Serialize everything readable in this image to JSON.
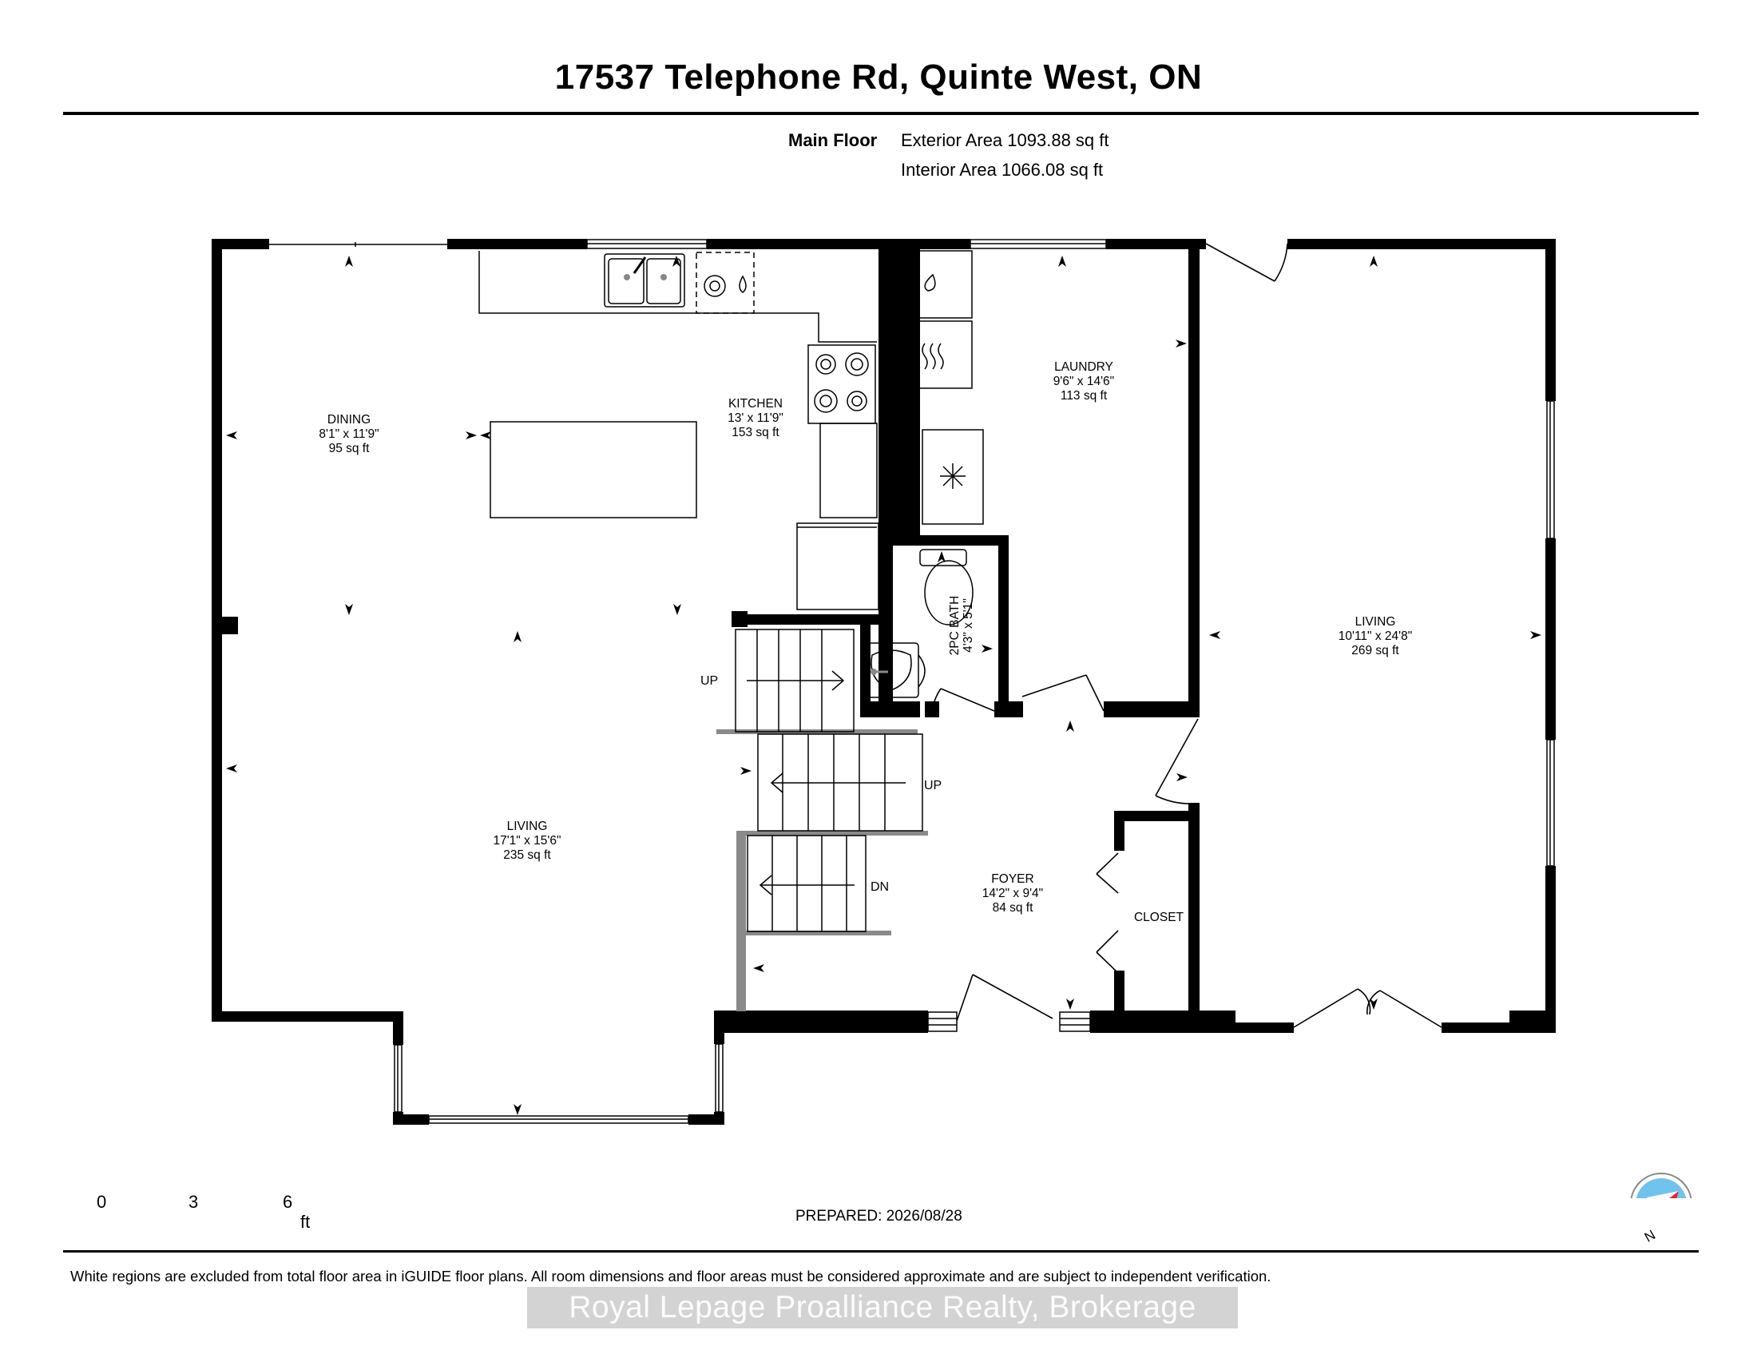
{
  "header": {
    "address": "17537 Telephone Rd, Quinte West, ON"
  },
  "floor": {
    "name": "Main Floor",
    "exterior_area": "Exterior Area 1093.88 sq ft",
    "interior_area": "Interior Area 1066.08 sq ft"
  },
  "rooms": {
    "dining": {
      "name": "DINING",
      "dims": "8'1\" x 11'9\"",
      "area": "95 sq ft"
    },
    "kitchen": {
      "name": "KITCHEN",
      "dims": "13' x 11'9\"",
      "area": "153 sq ft"
    },
    "laundry": {
      "name": "LAUNDRY",
      "dims": "9'6\" x 14'6\"",
      "area": "113 sq ft"
    },
    "living_left": {
      "name": "LIVING",
      "dims": "17'1\" x 15'6\"",
      "area": "235 sq ft"
    },
    "living_right": {
      "name": "LIVING",
      "dims": "10'11\" x 24'8\"",
      "area": "269 sq ft"
    },
    "bath": {
      "name": "2PC BATH",
      "dims": "4'3\" x 5'1\""
    },
    "foyer": {
      "name": "FOYER",
      "dims": "14'2\" x 9'4\"",
      "area": "84 sq ft"
    },
    "closet": {
      "name": "CLOSET"
    }
  },
  "stairs": {
    "upper_up": "UP",
    "lower_up": "UP",
    "down": "DN"
  },
  "scale": {
    "t0": "0",
    "t3": "3",
    "t6": "6",
    "unit": "ft"
  },
  "compass": {
    "north": "N"
  },
  "prepared": "PREPARED: 2026/08/28",
  "disclaimer": "White regions are excluded from total floor area in iGUIDE floor plans. All room dimensions and floor areas must be considered approximate and are subject to independent verification.",
  "watermark": "Royal Lepage Proalliance Realty, Brokerage",
  "colors": {
    "wall": "#000000",
    "compass_needle": "#e8202a",
    "compass_face": "#6fc3ec"
  }
}
